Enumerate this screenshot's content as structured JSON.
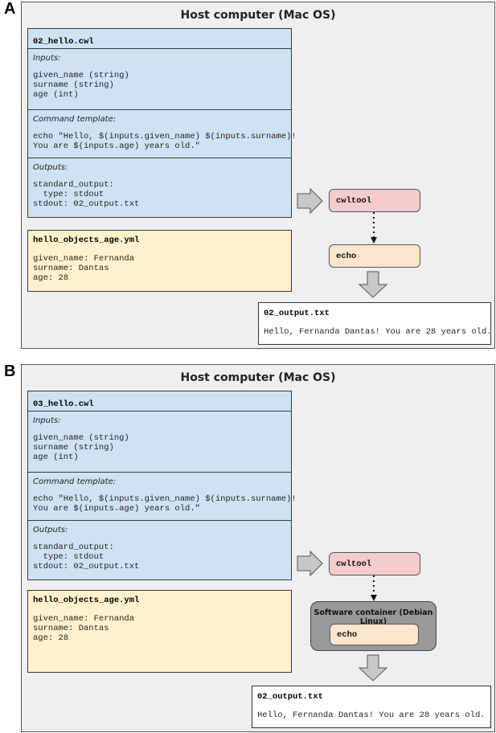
{
  "panel_a": {
    "letter": "A",
    "host_title": "Host computer (Mac OS)",
    "cwl_file": {
      "filename": "02_hello.cwl",
      "inputs_label": "Inputs:",
      "inputs_lines": "given_name (string)\nsurname (string)\nage (int)",
      "command_label": "Command template:",
      "command_lines": "echo \"Hello, $(inputs.given_name) $(inputs.surname)!\nYou are $(inputs.age) years old.\"",
      "outputs_label": "Outputs:",
      "outputs_lines": "standard_output:\n  type: stdout\nstdout: 02_output.txt"
    },
    "yml_file": {
      "filename": "hello_objects_age.yml",
      "lines": "given_name: Fernanda\nsurname: Dantas\nage: 28"
    },
    "cwltool_label": "cwltool",
    "echo_label": "echo",
    "output_file": {
      "filename": "02_output.txt",
      "content": "Hello, Fernanda Dantas! You are 28 years old."
    }
  },
  "panel_b": {
    "letter": "B",
    "host_title": "Host computer (Mac OS)",
    "cwl_file": {
      "filename": "03_hello.cwl",
      "inputs_label": "Inputs:",
      "inputs_lines": "given_name (string)\nsurname (string)\nage (int)",
      "command_label": "Command template:",
      "command_lines": "echo \"Hello, $(inputs.given_name) $(inputs.surname)!\nYou are $(inputs.age) years old.\"",
      "outputs_label": "Outputs:",
      "outputs_lines": "standard_output:\n  type: stdout\nstdout: 02_output.txt"
    },
    "yml_file": {
      "filename": "hello_objects_age.yml",
      "lines": "given_name: Fernanda\nsurname: Dantas\nage: 28"
    },
    "cwltool_label": "cwltool",
    "container_title": "Software container (Debian Linux)",
    "echo_label": "echo",
    "output_file": {
      "filename": "02_output.txt",
      "content": "Hello, Fernanda Dantas! You are 28 years old."
    }
  },
  "colors": {
    "host_bg": "#efefef",
    "cwl_bg": "#cfe2f3",
    "yml_bg": "#fff2cc",
    "cwltool_bg": "#f4cccc",
    "echo_bg": "#fce5cd",
    "container_bg": "#999999",
    "arrow_fill": "#c8c8c8"
  }
}
